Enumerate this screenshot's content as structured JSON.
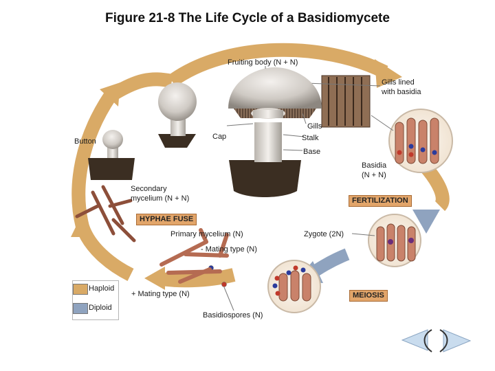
{
  "title": "Figure 21-8 The Life Cycle of a Basidiomycete",
  "labels": {
    "fruiting_body": "Fruiting body (N + N)",
    "gills_lined": "Gills lined",
    "with_basidia": "with basidia",
    "gills": "Gills",
    "cap": "Cap",
    "stalk": "Stalk",
    "base": "Base",
    "button": "Button",
    "basidia_line1": "Basidia",
    "basidia_line2": "(N + N)",
    "secondary_line1": "Secondary",
    "secondary_line2": "mycelium (N + N)",
    "primary_mycelium": "Primary mycelium (N)",
    "minus_mating": "- Mating type (N)",
    "plus_mating": "+ Mating type (N)",
    "zygote": "Zygote (2N)",
    "basidiospores": "Basidiospores (N)"
  },
  "tags": {
    "fertilization": "FERTILIZATION",
    "hyphae_fuse": "HYPHAE FUSE",
    "meiosis": "MEIOSIS"
  },
  "legend": [
    {
      "label": "Haploid",
      "color": "#d9aa66"
    },
    {
      "label": "Diploid",
      "color": "#8fa3bf"
    }
  ],
  "colors": {
    "haploid_arrow": "#d9aa66",
    "diploid_arrow": "#8fa3bf",
    "tag_bg": "#e2a56a",
    "mushroom_cap": "#cfcac4",
    "soil": "#3b2e22",
    "nav_fill": "#c9dcee"
  },
  "nav": {
    "prev_icon": "chevron-left-icon",
    "next_icon": "chevron-right-icon"
  }
}
